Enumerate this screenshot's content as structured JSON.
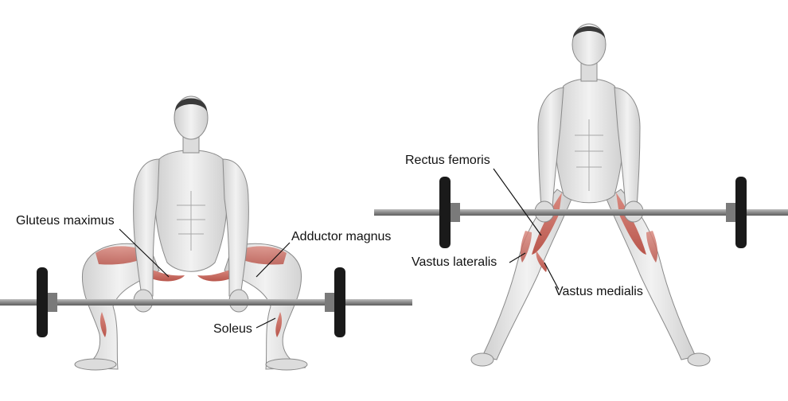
{
  "labels": {
    "gluteus_maximus": "Gluteus maximus",
    "adductor_magnus": "Adductor magnus",
    "soleus": "Soleus",
    "rectus_femoris": "Rectus femoris",
    "vastus_lateralis": "Vastus lateralis",
    "vastus_medialis": "Vastus medialis"
  },
  "colors": {
    "background": "#ffffff",
    "skin": "#e4e4e4",
    "skin_outline": "#8a8a8a",
    "muscle_highlight": "#c9685f",
    "bar": "#8f8f8f",
    "plate": "#1a1a1a",
    "text": "#111111"
  }
}
